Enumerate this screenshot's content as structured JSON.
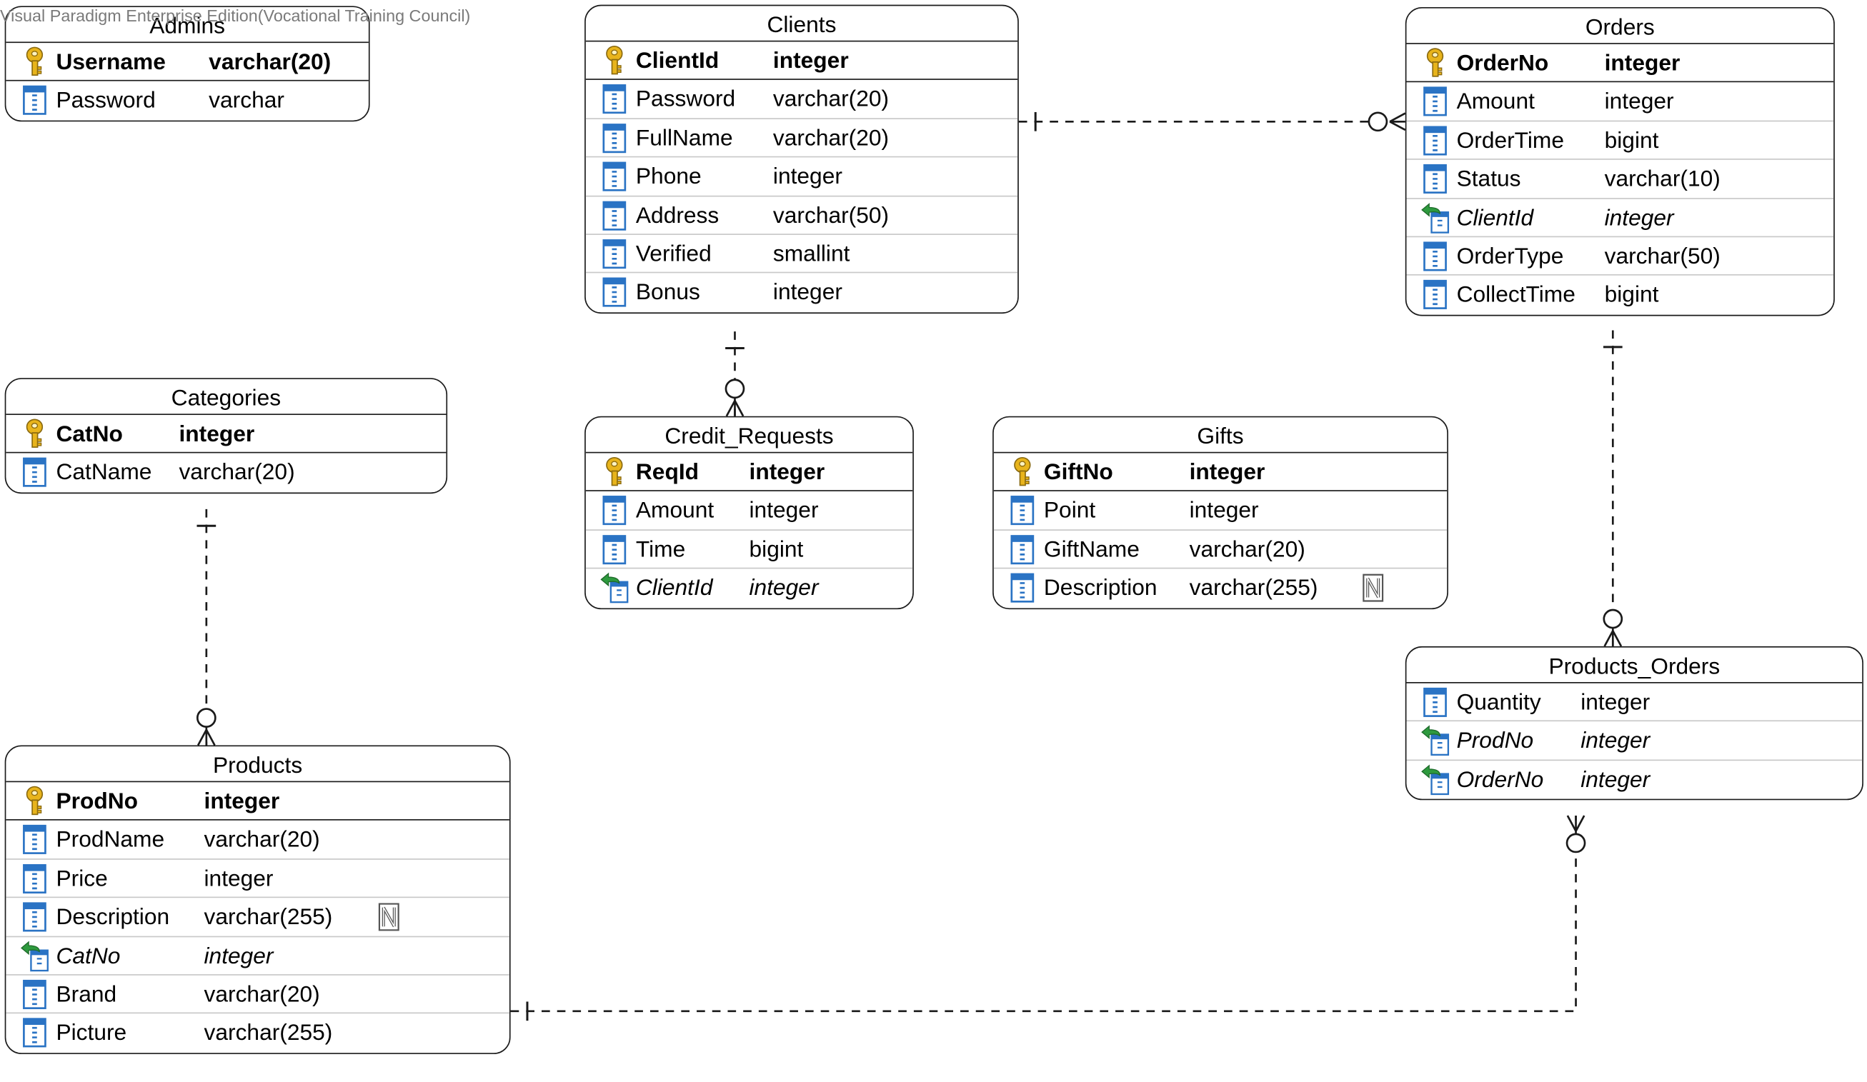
{
  "watermark": "Visual Paradigm Enterprise Edition(Vocational Training Council)",
  "entities": {
    "admins": {
      "title": "Admins",
      "columns": [
        {
          "name": "Username",
          "type": "varchar(20)",
          "kind": "pk"
        },
        {
          "name": "Password",
          "type": "varchar",
          "kind": "col"
        }
      ]
    },
    "clients": {
      "title": "Clients",
      "columns": [
        {
          "name": "ClientId",
          "type": "integer",
          "kind": "pk"
        },
        {
          "name": "Password",
          "type": "varchar(20)",
          "kind": "col"
        },
        {
          "name": "FullName",
          "type": "varchar(20)",
          "kind": "col"
        },
        {
          "name": "Phone",
          "type": "integer",
          "kind": "col"
        },
        {
          "name": "Address",
          "type": "varchar(50)",
          "kind": "col"
        },
        {
          "name": "Verified",
          "type": "smallint",
          "kind": "col"
        },
        {
          "name": "Bonus",
          "type": "integer",
          "kind": "col"
        }
      ]
    },
    "orders": {
      "title": "Orders",
      "columns": [
        {
          "name": "OrderNo",
          "type": "integer",
          "kind": "pk"
        },
        {
          "name": "Amount",
          "type": "integer",
          "kind": "col"
        },
        {
          "name": "OrderTime",
          "type": "bigint",
          "kind": "col"
        },
        {
          "name": "Status",
          "type": "varchar(10)",
          "kind": "col"
        },
        {
          "name": "ClientId",
          "type": "integer",
          "kind": "fk"
        },
        {
          "name": "OrderType",
          "type": "varchar(50)",
          "kind": "col"
        },
        {
          "name": "CollectTime",
          "type": "bigint",
          "kind": "col"
        }
      ]
    },
    "categories": {
      "title": "Categories",
      "columns": [
        {
          "name": "CatNo",
          "type": "integer",
          "kind": "pk"
        },
        {
          "name": "CatName",
          "type": "varchar(20)",
          "kind": "col"
        }
      ]
    },
    "credit_requests": {
      "title": "Credit_Requests",
      "columns": [
        {
          "name": "ReqId",
          "type": "integer",
          "kind": "pk"
        },
        {
          "name": "Amount",
          "type": "integer",
          "kind": "col"
        },
        {
          "name": "Time",
          "type": "bigint",
          "kind": "col"
        },
        {
          "name": "ClientId",
          "type": "integer",
          "kind": "fk"
        }
      ]
    },
    "gifts": {
      "title": "Gifts",
      "columns": [
        {
          "name": "GiftNo",
          "type": "integer",
          "kind": "pk"
        },
        {
          "name": "Point",
          "type": "integer",
          "kind": "col"
        },
        {
          "name": "GiftName",
          "type": "varchar(20)",
          "kind": "col"
        },
        {
          "name": "Description",
          "type": "varchar(255)",
          "kind": "col",
          "nullable": true
        }
      ]
    },
    "products_orders": {
      "title": "Products_Orders",
      "columns": [
        {
          "name": "Quantity",
          "type": "integer",
          "kind": "col"
        },
        {
          "name": "ProdNo",
          "type": "integer",
          "kind": "fk"
        },
        {
          "name": "OrderNo",
          "type": "integer",
          "kind": "fk"
        }
      ]
    },
    "products": {
      "title": "Products",
      "columns": [
        {
          "name": "ProdNo",
          "type": "integer",
          "kind": "pk"
        },
        {
          "name": "ProdName",
          "type": "varchar(20)",
          "kind": "col"
        },
        {
          "name": "Price",
          "type": "integer",
          "kind": "col"
        },
        {
          "name": "Description",
          "type": "varchar(255)",
          "kind": "col",
          "nullable": true
        },
        {
          "name": "CatNo",
          "type": "integer",
          "kind": "fk"
        },
        {
          "name": "Brand",
          "type": "varchar(20)",
          "kind": "col"
        },
        {
          "name": "Picture",
          "type": "varchar(255)",
          "kind": "col"
        }
      ]
    }
  },
  "relationships": [
    {
      "from": "clients",
      "to": "orders",
      "from_end": "one",
      "to_end": "zero-or-many"
    },
    {
      "from": "clients",
      "to": "credit_requests",
      "from_end": "one",
      "to_end": "zero-or-many"
    },
    {
      "from": "categories",
      "to": "products",
      "from_end": "one",
      "to_end": "zero-or-many"
    },
    {
      "from": "orders",
      "to": "products_orders",
      "from_end": "one",
      "to_end": "zero-or-many"
    },
    {
      "from": "products",
      "to": "products_orders",
      "from_end": "one",
      "to_end": "zero-or-many"
    }
  ],
  "colors": {
    "border": "#1a1a1a",
    "row_separator": "#c8c8c8",
    "pk_key": "#e8b41c",
    "column_icon": "#2a73c4",
    "fk_arrow": "#2e9a3e"
  }
}
